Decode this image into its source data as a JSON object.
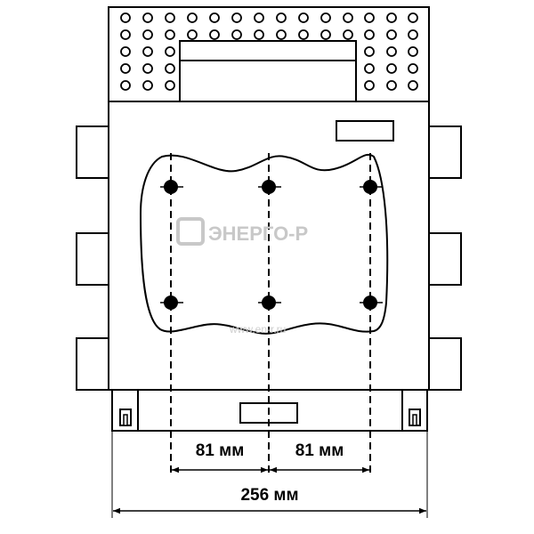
{
  "watermark": {
    "brand": "ЭНЕРГО-Р",
    "url": "www.en-r.ru"
  },
  "dimensions": {
    "left_pitch": "81 мм",
    "right_pitch": "81 мм",
    "overall_width": "256 мм"
  },
  "colors": {
    "line": "#000000",
    "watermark": "#c8c8c8"
  }
}
